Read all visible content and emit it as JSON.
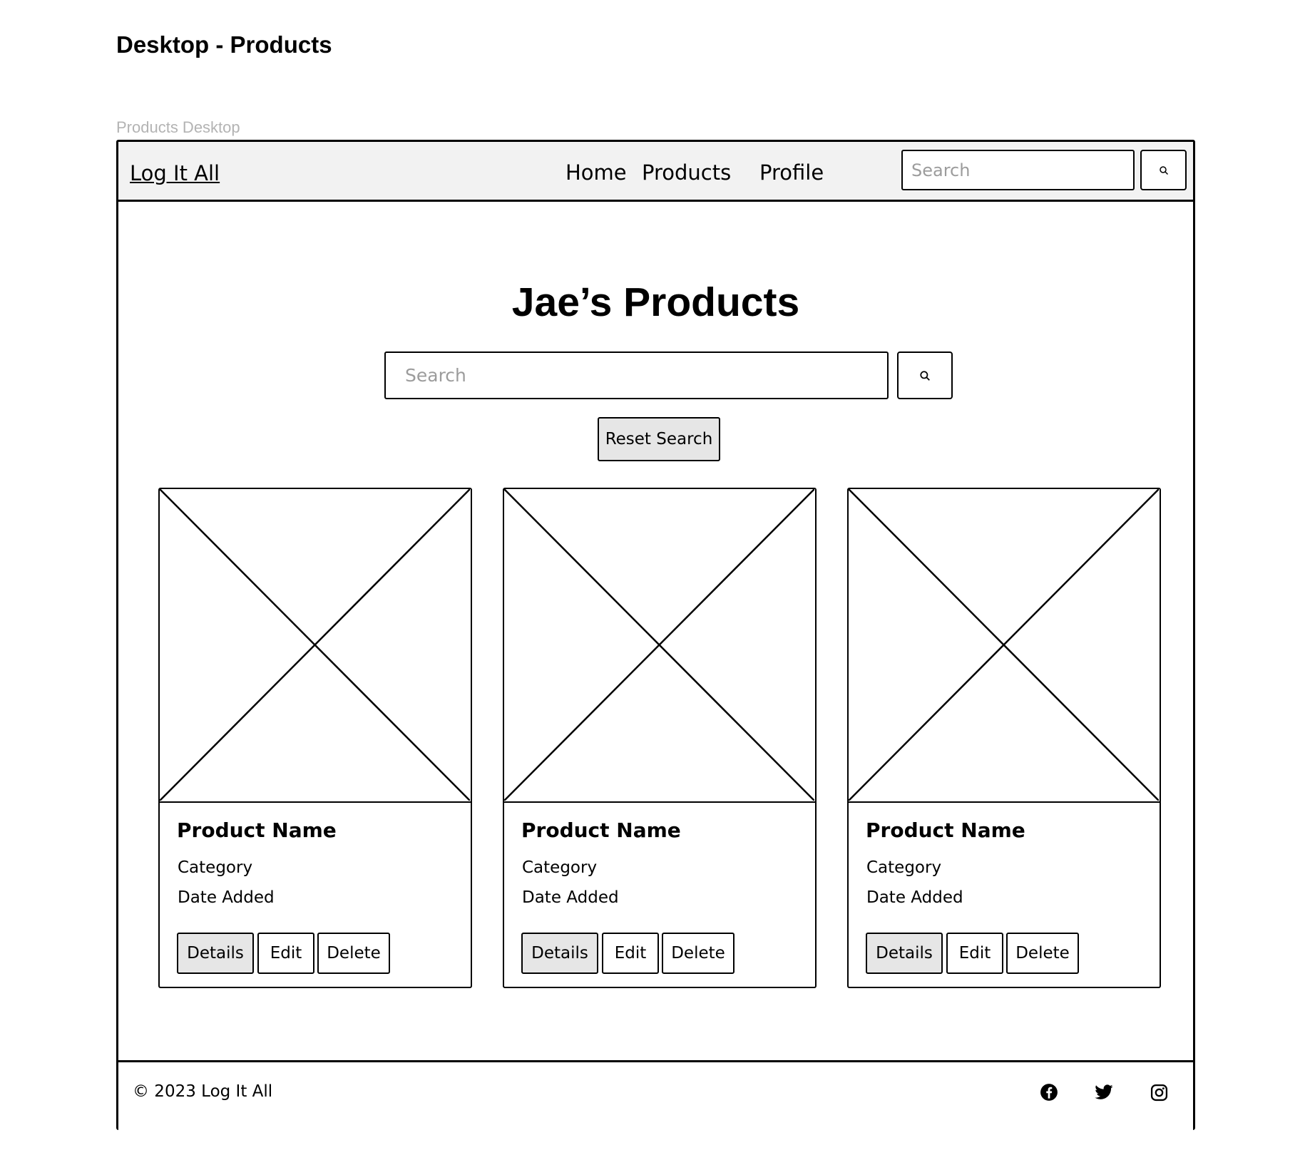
{
  "page_title": "Desktop - Products",
  "frame_label": "Products Desktop",
  "navbar": {
    "logo": "Log It All",
    "links": [
      "Home",
      "Products",
      "Profile"
    ],
    "search_placeholder": "Search",
    "search_icon": "search-icon"
  },
  "main": {
    "heading": "Jae’s Products",
    "search_placeholder": "Search",
    "search_icon": "search-icon",
    "reset_label": "Reset Search"
  },
  "cards": [
    {
      "name": "Product Name",
      "category": "Category",
      "date": "Date Added",
      "details": "Details",
      "edit": "Edit",
      "delete": "Delete"
    },
    {
      "name": "Product Name",
      "category": "Category",
      "date": "Date Added",
      "details": "Details",
      "edit": "Edit",
      "delete": "Delete"
    },
    {
      "name": "Product Name",
      "category": "Category",
      "date": "Date Added",
      "details": "Details",
      "edit": "Edit",
      "delete": "Delete"
    }
  ],
  "footer": {
    "copyright": "© 2023 Log It All",
    "social_icons": [
      "facebook-icon",
      "twitter-icon",
      "instagram-icon"
    ]
  },
  "colors": {
    "navbar_bg": "#f2f2f2",
    "button_fill": "#e6e6e6",
    "placeholder": "#9c9c9c",
    "frame_label": "#b3b3b3"
  }
}
